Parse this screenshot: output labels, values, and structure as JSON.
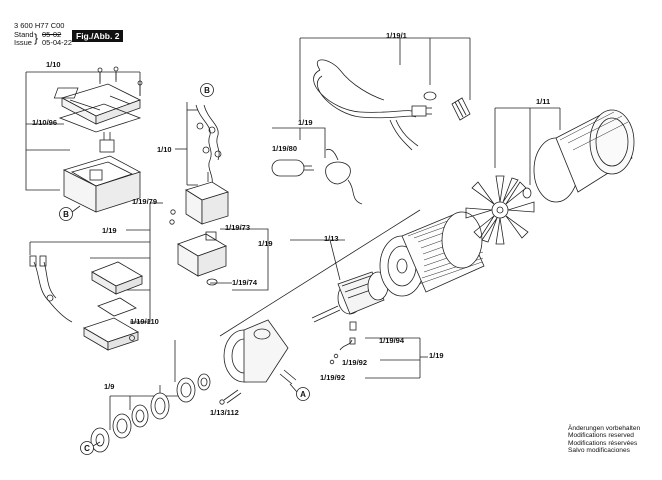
{
  "header": {
    "doc_number": "3 600 H77 C00",
    "stand_label": "Stand",
    "issue_label": "Issue",
    "stand_date_struck": "05-02",
    "issue_date": "05-04-22",
    "figure": "Fig./Abb. 2"
  },
  "labels": {
    "p1_10": "1/10",
    "p1_10_96": "1/10/96",
    "p1_10b": "1/10",
    "p1_19a": "1/19",
    "p1_19_79": "1/19/79",
    "p1_19_73": "1/19/73",
    "p1_19b": "1/19",
    "p1_19_74": "1/19/74",
    "p1_19_110": "1/19/110",
    "p1_19_1": "1/19/1",
    "p1_19c": "1/19",
    "p1_19_80": "1/19/80",
    "p1_11": "1/11",
    "p1_13": "1/13",
    "p1_19_94": "1/19/94",
    "p1_19_92a": "1/19/92",
    "p1_19_92b": "1/19/92",
    "p1_19d": "1/19",
    "p1_9": "1/9",
    "p1_13_112": "1/13/112"
  },
  "callouts": {
    "a": "A",
    "b_top": "B",
    "b_left": "B",
    "c": "C"
  },
  "notes": {
    "de": "Änderungen vorbehalten",
    "en": "Modifications reserved",
    "fr": "Modifications réservées",
    "it": "Salvo modificaciones"
  }
}
